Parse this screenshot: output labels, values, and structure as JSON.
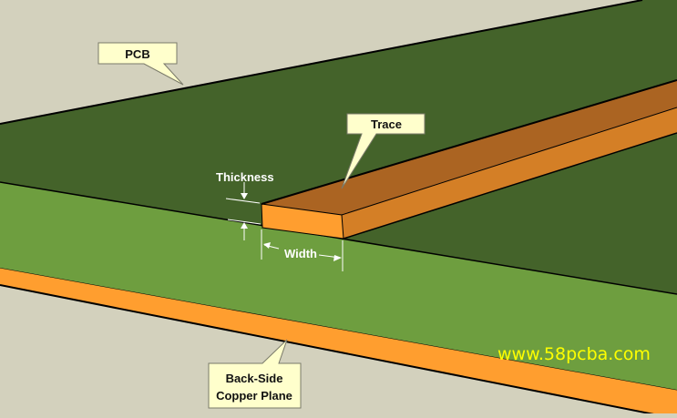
{
  "diagram": {
    "title": "PCB trace cross-section",
    "colors": {
      "background": "#D3D1BD",
      "board_top": "#44632A",
      "board_side": "#6E9E3F",
      "copper_plane": "#FF9E2F",
      "trace_top": "#AB6422",
      "trace_front": "#FF9E2F",
      "trace_side": "#D47F26",
      "callout_fill": "#FFFFCC",
      "callout_border": "#7A7A6A",
      "dimension_lines": "#FFFFFF",
      "watermark": "#FFFF00"
    },
    "callouts": {
      "pcb": "PCB",
      "trace": "Trace",
      "copper_line1": "Back-Side",
      "copper_line2": "Copper Plane"
    },
    "dimensions": {
      "thickness": "Thickness",
      "width": "Width"
    },
    "watermark": "www.58pcba.com"
  }
}
